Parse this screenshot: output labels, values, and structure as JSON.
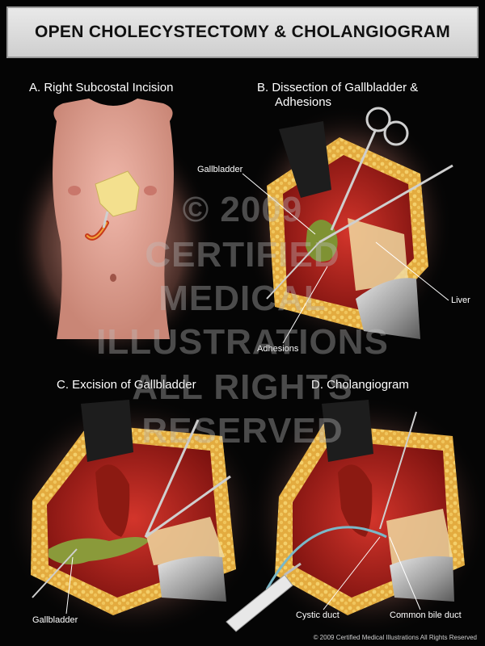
{
  "title": "OPEN CHOLECYSTECTOMY & CHOLANGIOGRAM",
  "panels": {
    "a": {
      "title": "A. Right Subcostal Incision"
    },
    "b": {
      "title_line1": "B. Dissection of Gallbladder &",
      "title_line2": "Adhesions",
      "labels": {
        "gallbladder": "Gallbladder",
        "liver": "Liver",
        "adhesions": "Adhesions"
      }
    },
    "c": {
      "title": "C. Excision of Gallbladder",
      "labels": {
        "gallbladder": "Gallbladder"
      }
    },
    "d": {
      "title": "D. Cholangiogram",
      "labels": {
        "cystic_duct": "Cystic duct",
        "common_bile_duct": "Common bile duct"
      }
    }
  },
  "watermark": [
    "© 2009",
    "CERTIFIED",
    "MEDICAL",
    "ILLUSTRATIONS",
    "ALL RIGHTS",
    "RESERVED"
  ],
  "copyright": "© 2009 Certified Medical Illustrations All Rights Reserved",
  "colors": {
    "background": "#000000",
    "title_bar": "#dcdcdc",
    "skin": "#e8a79a",
    "tissue_red": "#b8231d",
    "fat_yellow": "#e8b54a",
    "gallbladder_green": "#8a9a3a"
  }
}
